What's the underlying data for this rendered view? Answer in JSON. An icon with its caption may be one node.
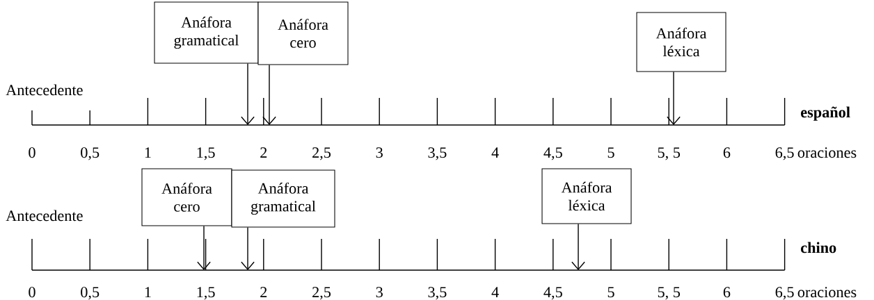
{
  "diagram": {
    "nodes": [
      {
        "text": [
          "Anáfora gramatical"
        ]
      },
      {
        "text": [
          "Anáfora cero"
        ]
      },
      {
        "text": [
          "Anáfora léxica"
        ]
      },
      {
        "text": [
          "Anáfora cero"
        ]
      },
      {
        "text": [
          "Anáfora gramatical"
        ]
      },
      {
        "text": [
          "Anáfora léxica"
        ]
      }
    ],
    "edges": [
      {
        "from": 0,
        "to": null,
        "arrow": "to"
      },
      {
        "from": 1,
        "to": null,
        "arrow": "to"
      },
      {
        "from": 2,
        "to": null,
        "arrow": "to"
      },
      {
        "from": 3,
        "to": null,
        "arrow": "to"
      },
      {
        "from": 4,
        "to": null,
        "arrow": "to"
      },
      {
        "from": 5,
        "to": null,
        "arrow": "to"
      }
    ],
    "labels": [
      "Antecedente",
      "español",
      "0",
      "0,5",
      "1",
      "1,5",
      "2",
      "2,5",
      "3",
      "3,5",
      "4",
      "4,5",
      "5",
      "5, 5",
      "6",
      "6,5",
      "oraciones",
      "Antecedente",
      "chino",
      "0",
      "0,5",
      "1",
      "1,5",
      "2",
      "2,5",
      "3",
      "3,5",
      "4",
      "4,5",
      "5",
      "5, 5",
      "6",
      "6,5",
      "oraciones"
    ]
  }
}
